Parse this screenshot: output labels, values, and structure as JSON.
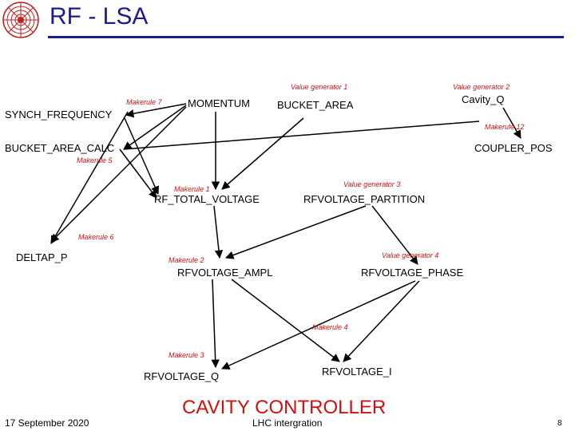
{
  "header": {
    "title": "RF - LSA"
  },
  "nodes": {
    "synch_frequency": "SYNCH_FREQUENCY",
    "momentum": "MOMENTUM",
    "bucket_area": "BUCKET_AREA",
    "cavity_q": "Cavity_Q",
    "bucket_area_calc": "BUCKET_AREA_CALC",
    "coupler_pos": "COUPLER_POS",
    "rf_total_voltage": "RF_TOTAL_VOLTAGE",
    "rfvoltage_partition": "RFVOLTAGE_PARTITION",
    "deltap_p": "DELTAP_P",
    "rfvoltage_ampl": "RFVOLTAGE_AMPL",
    "rfvoltage_phase": "RFVOLTAGE_PHASE",
    "rfvoltage_q": "RFVOLTAGE_Q",
    "rfvoltage_i": "RFVOLTAGE_I"
  },
  "labels": {
    "value_generator_1": "Value generator 1",
    "value_generator_2": "Value generator 2",
    "value_generator_3": "Value generator 3",
    "value_generator_4": "Value generator 4",
    "makerule_7": "Makerule 7",
    "makerule_12": "Makerule 12",
    "makerule_5": "Makerule 5",
    "makerule_1": "Makerule 1",
    "makerule_6": "Makerule 6",
    "makerule_2": "Makerule 2",
    "makerule_4": "Makerule 4",
    "makerule_3": "Makerule 3"
  },
  "cavity_controller": "CAVITY CONTROLLER",
  "footer": {
    "date": "17 September 2020",
    "center": "LHC intergration",
    "page": "8"
  },
  "colors": {
    "title": "#1c1c8c",
    "accent_red": "#d01010"
  }
}
